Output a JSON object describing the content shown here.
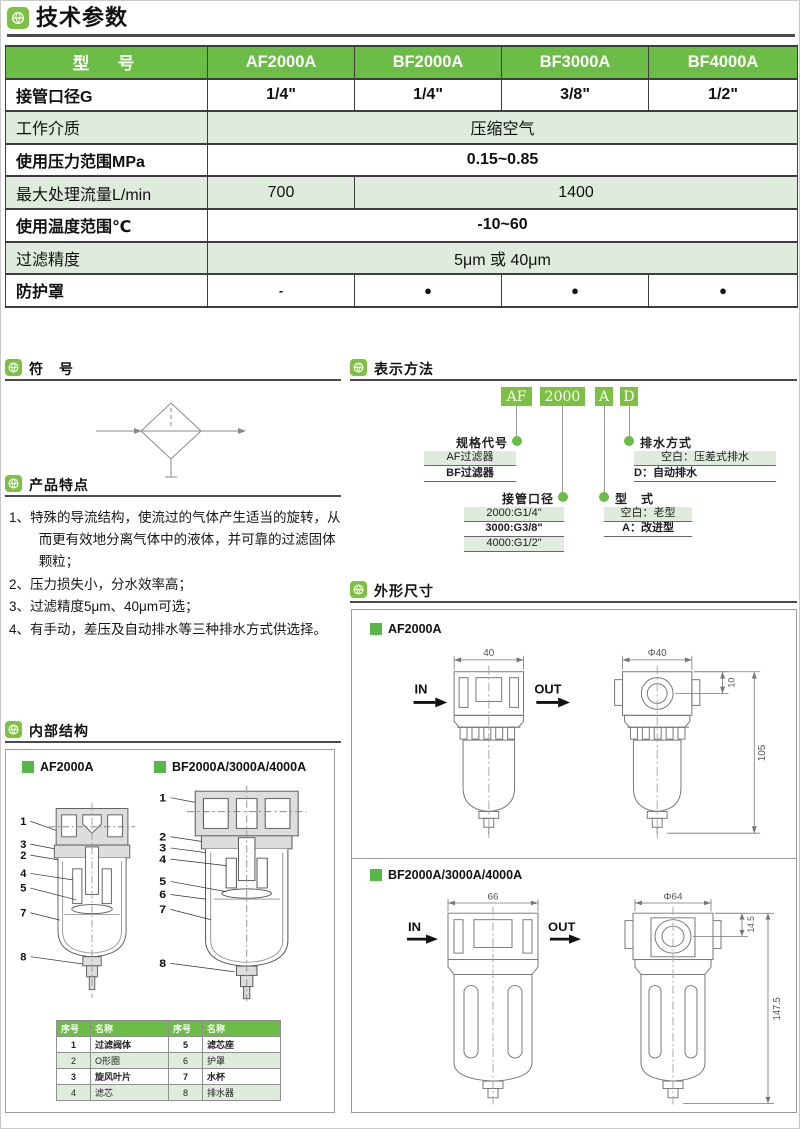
{
  "page": {
    "title": "技术参数"
  },
  "colors": {
    "header_green": "#6bbd45",
    "icon_green": "#7cc142",
    "bullet_green": "#57b847",
    "light_green_row": "#dfecdd",
    "header_text": "#ffffff"
  },
  "spec_table": {
    "header": [
      "型　号",
      "AF2000A",
      "BF2000A",
      "BF3000A",
      "BF4000A"
    ],
    "rows": [
      {
        "label": "接管口径G",
        "cells": [
          "1/4\"",
          "1/4\"",
          "3/8\"",
          "1/2\""
        ]
      },
      {
        "label": "工作介质",
        "span_value": "压缩空气"
      },
      {
        "label": "使用压力范围MPa",
        "span_value": "0.15~0.85"
      },
      {
        "label": "最大处理流量L/min",
        "cells": [
          "700",
          "1400"
        ]
      },
      {
        "label": "使用温度范围℃",
        "span_value": "-10~60"
      },
      {
        "label": "过滤精度",
        "span_value": "5μm 或 40μm"
      },
      {
        "label": "防护罩",
        "cells": [
          "-",
          "●",
          "●",
          "●"
        ]
      }
    ]
  },
  "symbol_section": {
    "title": "符　号"
  },
  "designation_section": {
    "title": "表示方法",
    "code_boxes": [
      "AF",
      "2000",
      "A",
      "D"
    ],
    "groups": [
      {
        "label": "规格代号",
        "items": [
          "AF过滤器",
          "BF过滤器"
        ]
      },
      {
        "label": "排水方式",
        "items": [
          "空白：压差式排水",
          "D：自动排水"
        ]
      },
      {
        "label": "接管口径",
        "items": [
          "2000:G1/4\"",
          "3000:G3/8\"",
          "4000:G1/2\""
        ]
      },
      {
        "label": "型　式",
        "items": [
          "空白：老型",
          "A：改进型"
        ]
      }
    ]
  },
  "features_section": {
    "title": "产品特点",
    "items": [
      "1、特殊的导流结构，使流过的气体产生适当的旋转，从而更有效地分离气体中的液体，并可靠的过滤固体颗粒；",
      "2、压力损失小，分水效率高；",
      "3、过滤精度5μm、40μm可选；",
      "4、有手动，差压及自动排水等三种排水方式供选择。"
    ]
  },
  "internal_section": {
    "title": "内部结构",
    "diagrams": [
      {
        "label": "AF2000A",
        "callouts": [
          "1",
          "3",
          "2",
          "4",
          "5",
          "7",
          "8"
        ]
      },
      {
        "label": "BF2000A/3000A/4000A",
        "callouts": [
          "1",
          "2",
          "3",
          "4",
          "5",
          "6",
          "7",
          "8"
        ]
      }
    ],
    "parts_table": {
      "header": [
        "序号",
        "名称",
        "序号",
        "名称"
      ],
      "rows": [
        [
          "1",
          "过滤阀体",
          "5",
          "滤芯座"
        ],
        [
          "2",
          "O形圈",
          "6",
          "护罩"
        ],
        [
          "3",
          "旋风叶片",
          "7",
          "水杯"
        ],
        [
          "4",
          "滤芯",
          "8",
          "排水器"
        ]
      ]
    }
  },
  "dimensions_section": {
    "title": "外形尺寸",
    "drawings": [
      {
        "label": "AF2000A",
        "in": "IN",
        "out": "OUT",
        "width_dim": "40",
        "dia_dim": "Φ40",
        "port_dim": "10",
        "height_dim": "105"
      },
      {
        "label": "BF2000A/3000A/4000A",
        "in": "IN",
        "out": "OUT",
        "width_dim": "66",
        "dia_dim": "Φ64",
        "port_dim": "14.5",
        "height_dim": "147.5"
      }
    ]
  }
}
